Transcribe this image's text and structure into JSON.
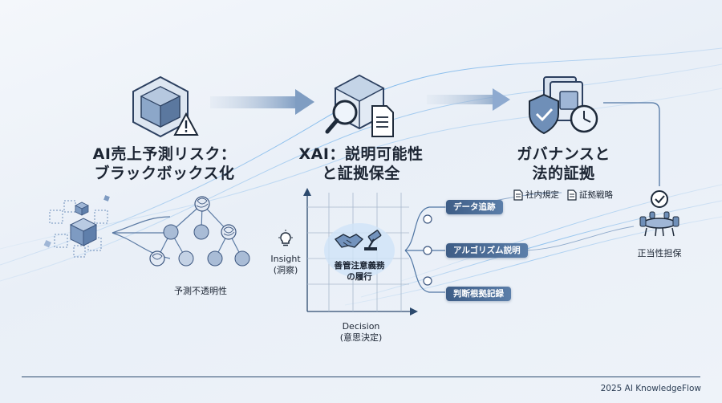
{
  "stage1": {
    "title_line1": "AI売上予測リスク：",
    "title_line2": "ブラックボックス化",
    "icon": "warning-cube-icon",
    "sub_label": "予測不透明性"
  },
  "stage2": {
    "title_line1": "XAI：説明可能性",
    "title_line2": "と証拠保全",
    "icon": "magnify-cube-document-icon"
  },
  "stage3": {
    "title_line1": "ガバナンスと",
    "title_line2": "法的証拠",
    "icon": "shield-document-clock-icon",
    "docs": [
      "社内規定",
      "証拠戦略"
    ]
  },
  "matrix": {
    "y_label_line1": "Insight",
    "y_label_line2": "(洞察)",
    "x_label_line1": "Decision",
    "x_label_line2": "(意思決定)",
    "center_line1": "善管注意義務",
    "center_line2": "の履行"
  },
  "branches": [
    "データ追跡",
    "アルゴリズム説明",
    "判断根拠記録"
  ],
  "outcome": {
    "label": "正当性担保",
    "icon": "meeting-table-check-icon"
  },
  "footer": "2025 AI KnowledgeFlow",
  "colors": {
    "accent": "#4f75a3",
    "dark": "#2c4a6e",
    "pill": "#456790"
  }
}
